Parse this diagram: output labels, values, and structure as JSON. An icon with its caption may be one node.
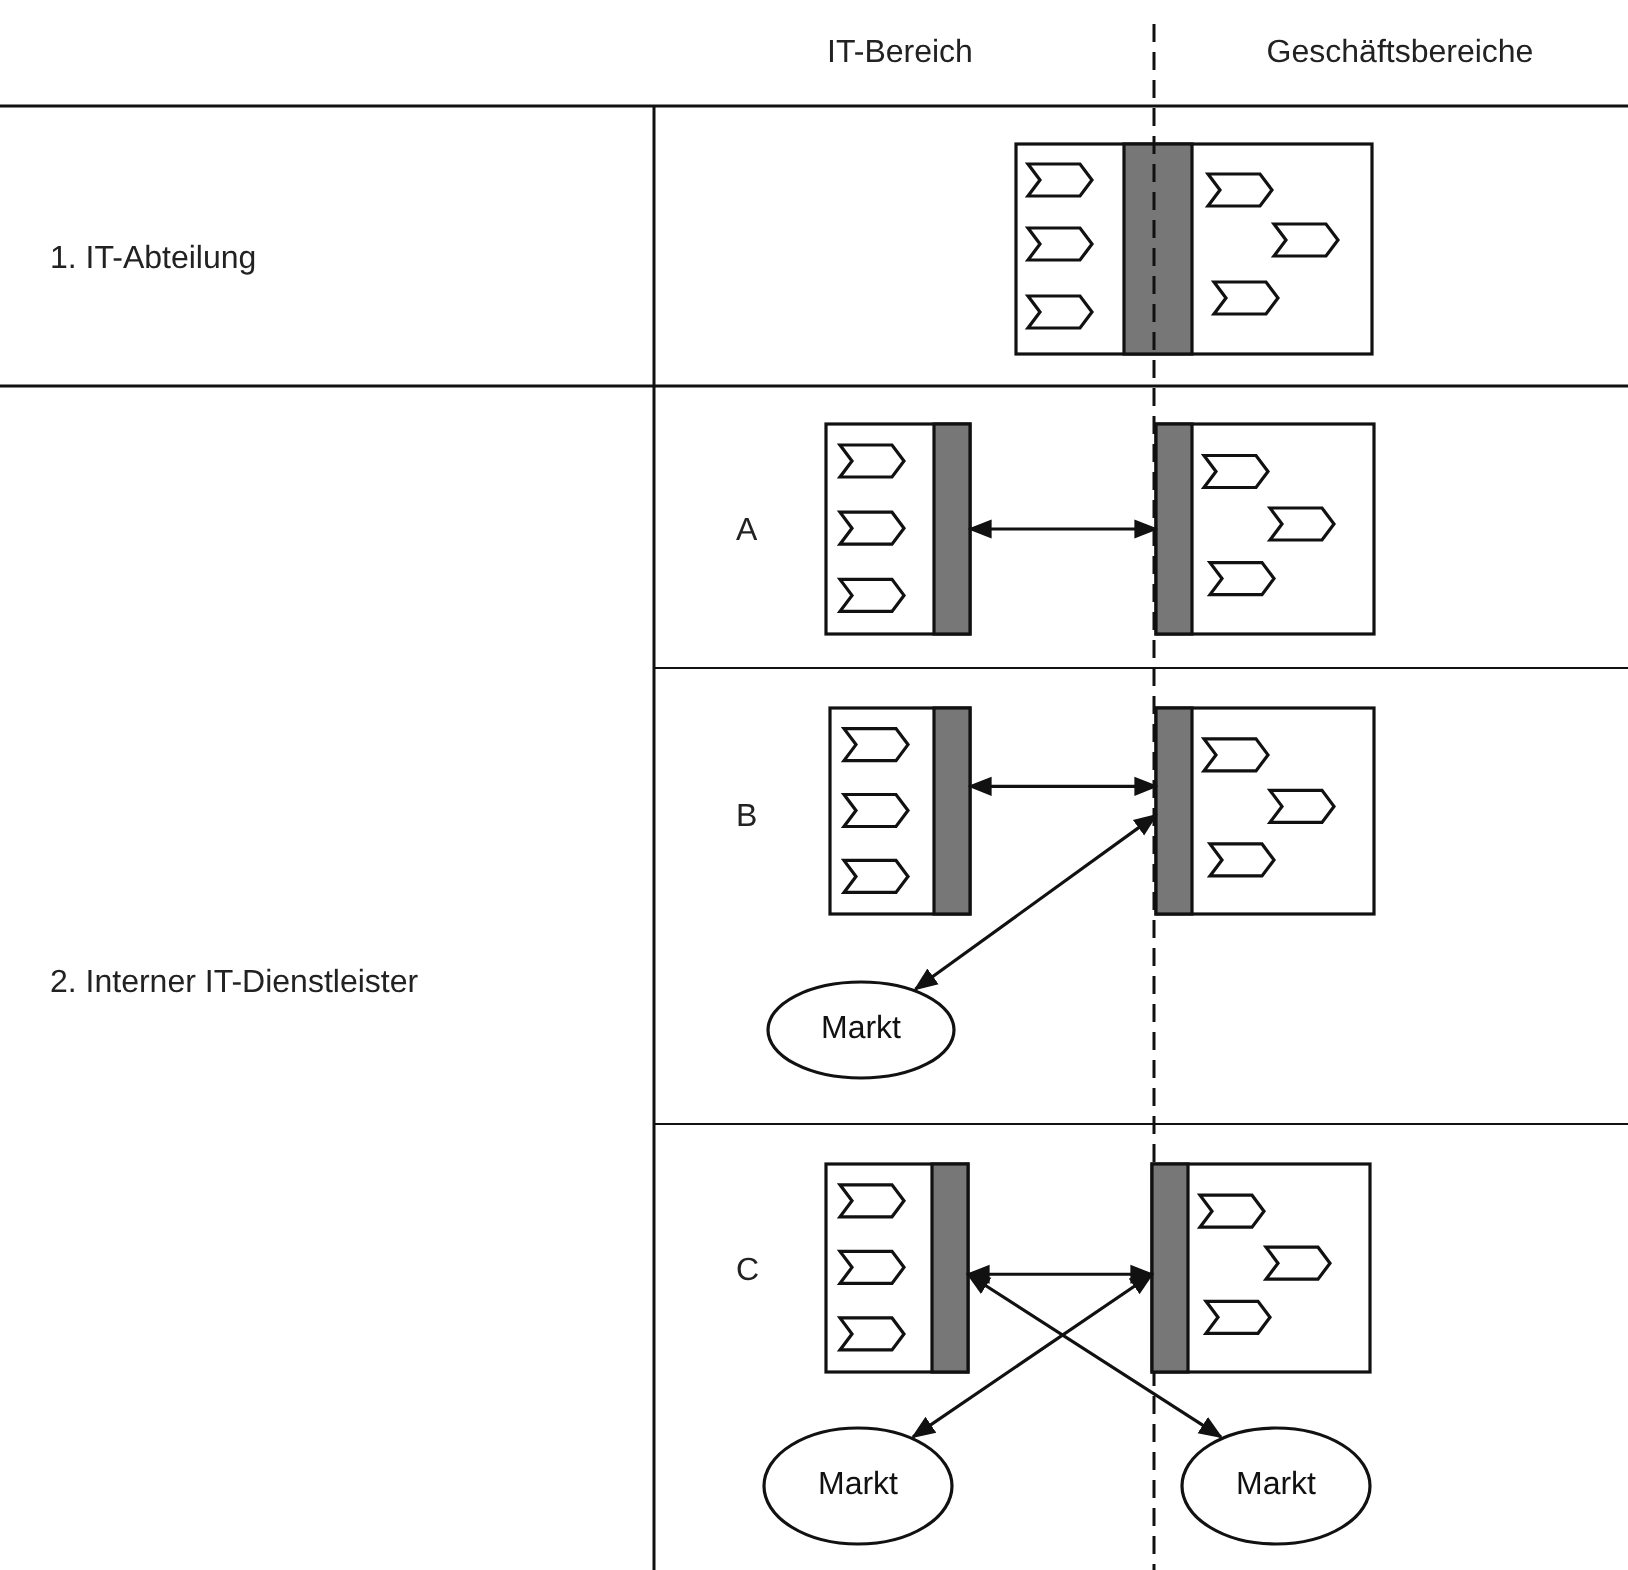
{
  "diagram": {
    "nodes": [
      {
        "text": [],
        "shape": "box"
      },
      {
        "text": [],
        "shape": "box"
      },
      {
        "text": [],
        "shape": "box"
      },
      {
        "text": [],
        "shape": "box"
      },
      {
        "text": [
          "Markt"
        ]
      },
      {
        "text": [],
        "shape": "box"
      },
      {
        "text": [],
        "shape": "box"
      },
      {
        "text": [
          "Markt"
        ]
      },
      {
        "text": [
          "Markt"
        ]
      }
    ],
    "edges": [
      {
        "from": 0,
        "to": 1,
        "arrow": "both"
      },
      {
        "from": 2,
        "to": 3,
        "arrow": "both"
      },
      {
        "from": 3,
        "to": 4,
        "arrow": "both"
      },
      {
        "from": 5,
        "to": 6,
        "arrow": "both"
      },
      {
        "from": 6,
        "to": 7,
        "arrow": "both"
      },
      {
        "from": 5,
        "to": 8,
        "arrow": "both"
      }
    ],
    "labels": [
      "IT-Bereich",
      "Geschäftsbereiche",
      "1. IT-Abteilung",
      "A",
      "B",
      "2. Interner IT-Dienstleister",
      "C"
    ]
  }
}
